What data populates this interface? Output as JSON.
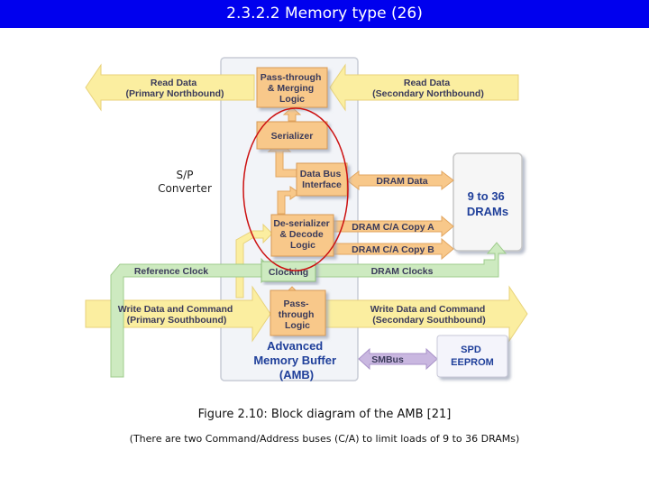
{
  "slide": {
    "title": "2.3.2.2 Memory type (26)",
    "annotation": "S/P Converter",
    "caption": "Figure 2.10: Block diagram of the AMB [21]",
    "note": "(There are two Command/Address buses (C/A) to limit loads of 9 to 36 DRAMs)"
  },
  "diagram": {
    "arrows": {
      "read_primary": [
        "Read Data",
        "(Primary Northbound)"
      ],
      "read_secondary": [
        "Read Data",
        "(Secondary Northbound)"
      ],
      "dram_data": "DRAM Data",
      "dram_ca_a": "DRAM C/A Copy A",
      "dram_ca_b": "DRAM C/A Copy B",
      "ref_clock": "Reference Clock",
      "dram_clocks": "DRAM Clocks",
      "write_primary": [
        "Write Data and Command",
        "(Primary Southbound)"
      ],
      "write_secondary": [
        "Write Data and Command",
        "(Secondary Southbound)"
      ],
      "smbus": "SMBus"
    },
    "blocks": {
      "pass_merge": [
        "Pass-through",
        "& Merging",
        "Logic"
      ],
      "serializer": "Serializer",
      "data_bus": [
        "Data Bus",
        "Interface"
      ],
      "deserializer": [
        "De-serializer",
        "& Decode",
        "Logic"
      ],
      "clocking": "Clocking",
      "pass_through": [
        "Pass-",
        "through",
        "Logic"
      ],
      "drams": [
        "9 to 36",
        "DRAMs"
      ],
      "spd": [
        "SPD",
        "EEPROM"
      ]
    },
    "amb_label": [
      "Advanced",
      "Memory Buffer",
      "(AMB)"
    ],
    "colors": {
      "title_bar": "#0000ee",
      "orange_block": "#f8c88a",
      "yellow_arrow": "#fbeea0",
      "green_arrow": "#cdeac0",
      "purple_arrow": "#c9b7e0",
      "highlight_circle": "#cc1111",
      "amb_text": "#1f3f9a"
    }
  }
}
